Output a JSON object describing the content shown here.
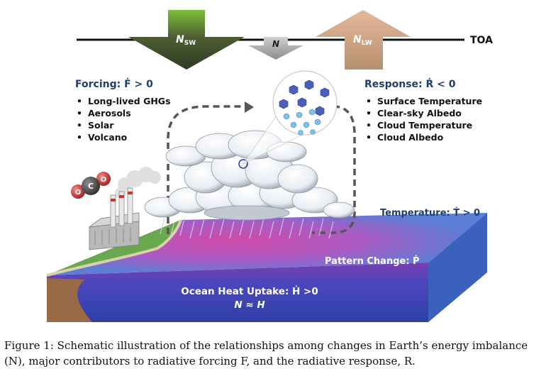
{
  "toa": {
    "sw_symbol": "N",
    "sw_subscript": "SW",
    "net_symbol": "N",
    "lw_symbol": "N",
    "lw_subscript": "LW",
    "label": "TOA"
  },
  "forcing": {
    "title": "Forcing: Ḟ > 0",
    "items": [
      "Long-lived GHGs",
      "Aerosols",
      "Solar",
      "Volcano"
    ]
  },
  "response": {
    "title": "Response: Ṙ < 0",
    "items": [
      "Surface Temperature",
      "Clear-sky Albedo",
      "Cloud Temperature",
      "Cloud Albedo"
    ]
  },
  "temperature": "Temperature: Ṫ > 0",
  "pattern": "Pattern Change: Ṗ",
  "ocean": {
    "uptake": "Ocean Heat Uptake: Ḣ >0",
    "balance": "N ≈ H"
  },
  "co2_letters": [
    "O",
    "C",
    "O"
  ],
  "caption": "Figure 1: Schematic illustration of the relationships among changes in Earth’s energy imbalance (N), major contributors to radiative forcing F, and the radiative response, R.",
  "colors": {
    "sw_arrow": "#3b4a2c",
    "lw_arrow": "#d9a98a",
    "ocean_top": "#5a78d2",
    "ocean_front": "#3a4fb6",
    "land": "#6aa84f",
    "title_blue": "#1f3f6e"
  }
}
